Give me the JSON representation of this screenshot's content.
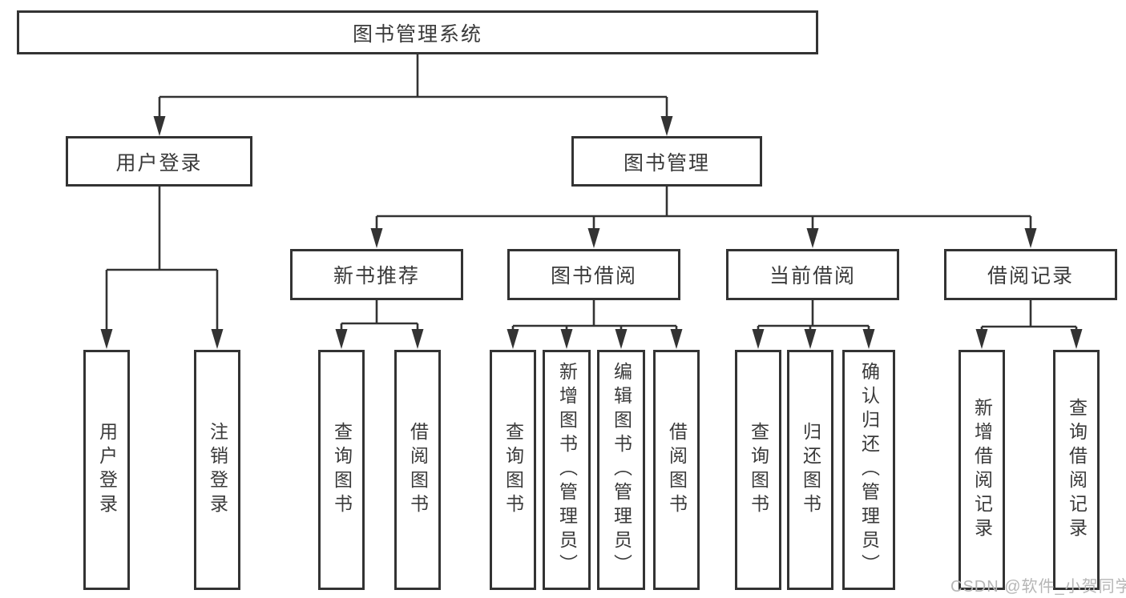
{
  "colors": {
    "line": "#333333",
    "text": "#3a3a3a",
    "background": "#ffffff",
    "watermark": "#b6b6b6"
  },
  "diagram": {
    "root": "图书管理系统",
    "level2": [
      "用户登录",
      "图书管理"
    ],
    "level3": [
      "新书推荐",
      "图书借阅",
      "当前借阅",
      "借阅记录"
    ],
    "leaves": [
      "用户登录",
      "注销登录",
      "查询图书",
      "借阅图书",
      "查询图书",
      "新增图书（管理员）",
      "编辑图书（管理员）",
      "借阅图书",
      "查询图书",
      "归还图书",
      "确认归还（管理员）",
      "新增借阅记录",
      "查询借阅记录"
    ]
  },
  "watermark": "CSDN @软件_小贺同学"
}
